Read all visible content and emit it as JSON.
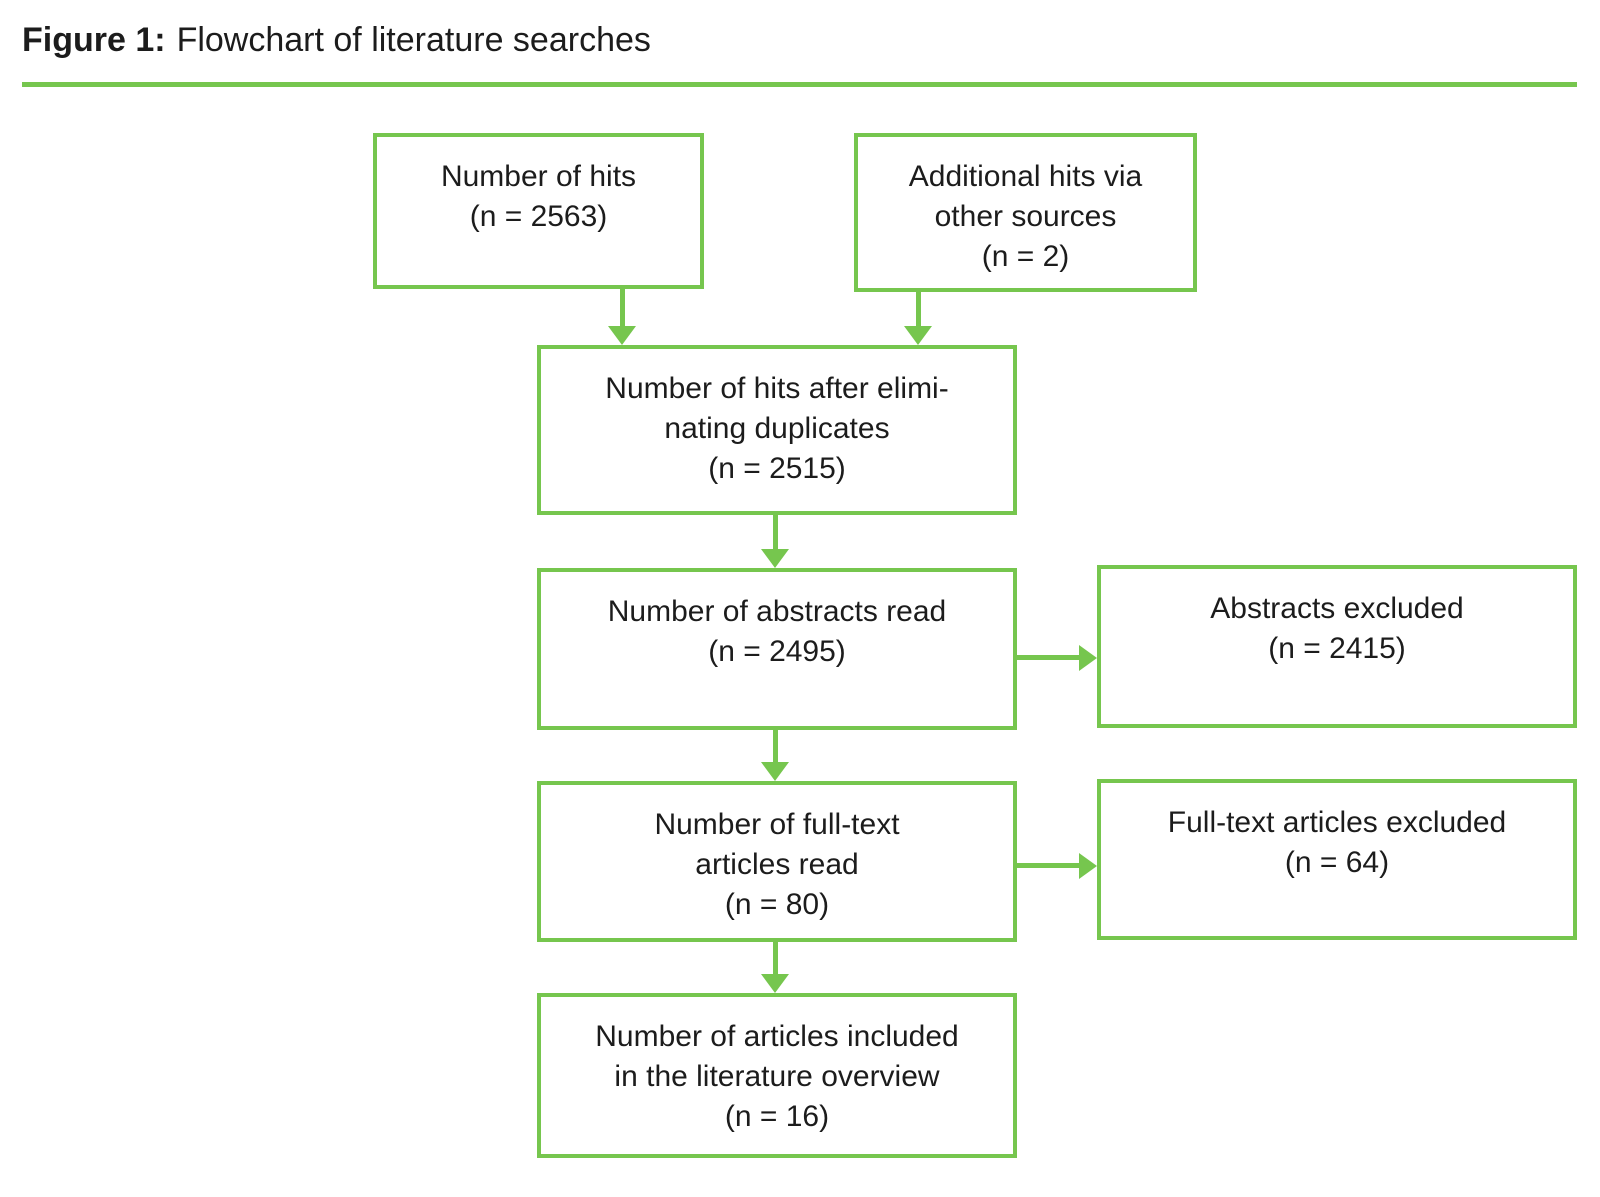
{
  "figure": {
    "label": "Figure 1:",
    "title": "Flowchart of literature searches"
  },
  "colors": {
    "accent_green": "#76C64E",
    "text": "#1C1C1C",
    "background": "#FFFFFF"
  },
  "nodes": {
    "hits": {
      "lines": [
        "Number of hits",
        "(n = 2563)"
      ]
    },
    "additional_hits": {
      "lines": [
        "Additional hits via",
        "other sources",
        "(n = 2)"
      ]
    },
    "deduplicated": {
      "lines": [
        "Number of hits after elimi-",
        "nating duplicates",
        "(n = 2515)"
      ]
    },
    "abstracts_read": {
      "lines": [
        "Number of abstracts read",
        "(n = 2495)"
      ]
    },
    "abstracts_excluded": {
      "lines": [
        "Abstracts excluded",
        "(n = 2415)"
      ]
    },
    "fulltext_read": {
      "lines": [
        "Number of full-text",
        "articles read",
        "(n = 80)"
      ]
    },
    "fulltext_excluded": {
      "lines": [
        "Full-text articles excluded",
        "(n = 64)"
      ]
    },
    "included": {
      "lines": [
        "Number of articles included",
        "in the literature overview",
        "(n = 16)"
      ]
    }
  },
  "edges": [
    {
      "from": "hits",
      "to": "deduplicated"
    },
    {
      "from": "additional_hits",
      "to": "deduplicated"
    },
    {
      "from": "deduplicated",
      "to": "abstracts_read"
    },
    {
      "from": "abstracts_read",
      "to": "abstracts_excluded"
    },
    {
      "from": "abstracts_read",
      "to": "fulltext_read"
    },
    {
      "from": "fulltext_read",
      "to": "fulltext_excluded"
    },
    {
      "from": "fulltext_read",
      "to": "included"
    }
  ]
}
